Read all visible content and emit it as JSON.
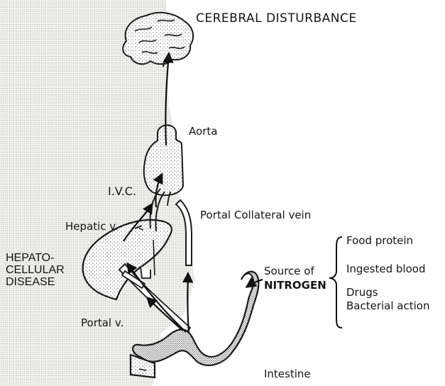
{
  "labels": {
    "cerebral": "CEREBRAL   DISTURBANCE",
    "aorta": "Aorta",
    "ivc": "I.V.C.",
    "portal_collateral": "Portal Collateral vein",
    "hepatic_v": "Hepatic v.",
    "disease_line1": "HEPATO-",
    "disease_line2": "CELLULAR",
    "disease_line3": "DISEASE",
    "portal_v": "Portal v.",
    "source_of": "Source of",
    "nitrogen": "NITROGEN",
    "intestine": "Intestine"
  },
  "sources": [
    "Food protein",
    "Ingested blood",
    "Drugs",
    "Bacterial action"
  ]
}
